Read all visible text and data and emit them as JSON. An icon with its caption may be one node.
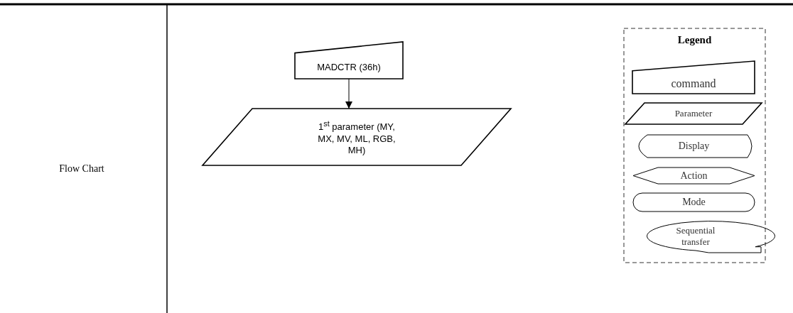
{
  "diagram": {
    "nodes": [
      {
        "text": [
          "MADCTR (36h)"
        ]
      },
      {
        "text": [
          "1$^{st}$ parameter (MY, MX, MV, ML, RGB, MH)"
        ]
      },
      {
        "text": [
          "Legend"
        ]
      },
      {
        "text": [
          "command"
        ],
        "in": 2
      },
      {
        "text": [
          "Parameter"
        ],
        "in": 2
      },
      {
        "text": [
          "Display"
        ],
        "in": 2
      },
      {
        "text": [
          "Action"
        ],
        "in": 2
      },
      {
        "text": [
          "Mode"
        ],
        "in": 2
      },
      {
        "text": [
          "Sequential transfer"
        ],
        "in": 2
      }
    ],
    "edges": [
      {
        "from": 0,
        "to": 1,
        "arrow": "to"
      }
    ],
    "labels": [
      "Flow Chart"
    ]
  }
}
